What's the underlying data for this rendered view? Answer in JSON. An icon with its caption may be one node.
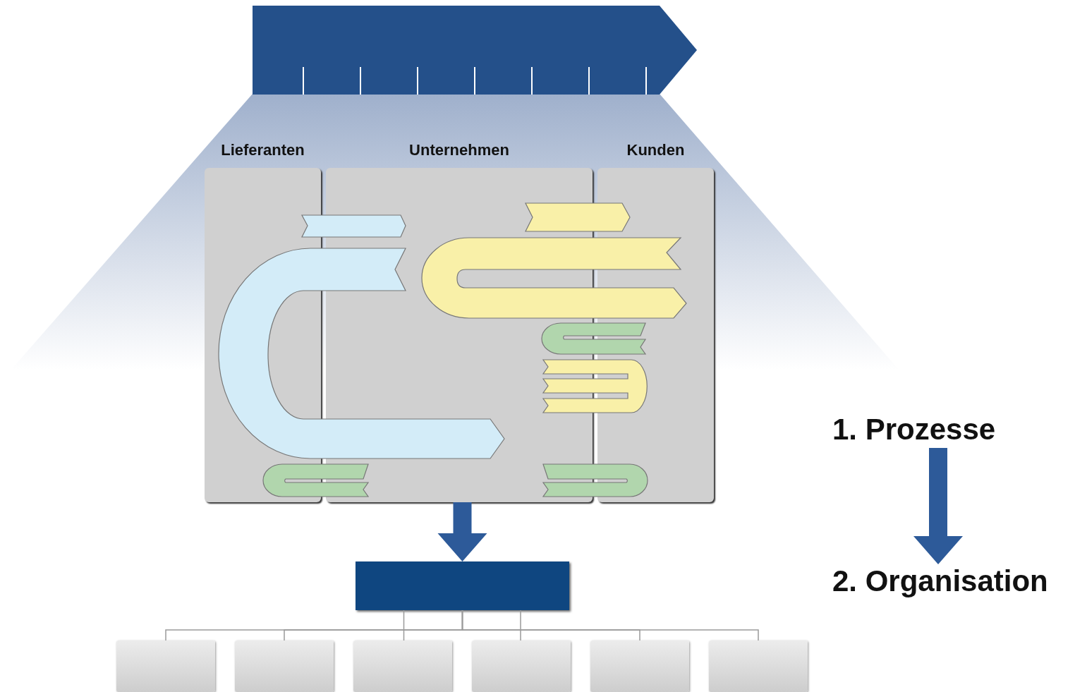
{
  "diagram": {
    "nodes": [
      {
        "text": [],
        "shape": "chevron"
      },
      {
        "text": [
          "Lieferanten"
        ]
      },
      {
        "text": [
          "Unternehmen"
        ]
      },
      {
        "text": [
          "Kunden"
        ]
      },
      {
        "text": [],
        "shape": "box"
      },
      {
        "text": [],
        "shape": "box"
      },
      {
        "text": [],
        "shape": "box"
      },
      {
        "text": [],
        "shape": "box"
      },
      {
        "text": [],
        "shape": "box"
      },
      {
        "text": [],
        "shape": "box"
      },
      {
        "text": [],
        "shape": "box"
      },
      {
        "text": [
          "1. Prozesse"
        ]
      },
      {
        "text": [
          "2. Organisation"
        ]
      }
    ],
    "edges": [
      {
        "from": 2,
        "to": 4,
        "arrow": "to",
        "style": "thick",
        "color": "#2d5a99"
      },
      {
        "from": 4,
        "to": 5,
        "arrow": "none"
      },
      {
        "from": 4,
        "to": 6,
        "arrow": "none"
      },
      {
        "from": 4,
        "to": 7,
        "arrow": "none"
      },
      {
        "from": 4,
        "to": 8,
        "arrow": "none"
      },
      {
        "from": 4,
        "to": 9,
        "arrow": "none"
      },
      {
        "from": 4,
        "to": 10,
        "arrow": "none"
      },
      {
        "from": 11,
        "to": 12,
        "arrow": "to",
        "style": "thick",
        "color": "#2d5a99"
      }
    ]
  }
}
